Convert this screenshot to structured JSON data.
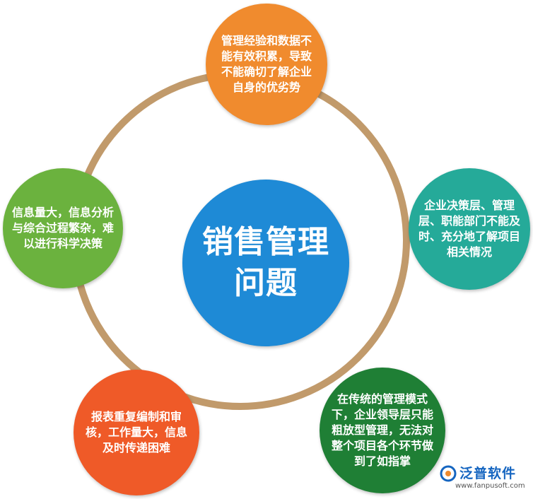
{
  "center": {
    "title": "销售管理问题"
  },
  "nodes": {
    "top": "管理经验和数据不能有效积累，导致不能确切了解企业自身的优劣势",
    "right": "企业决策层、管理层、职能部门不能及时、充分地了解项目相关情况",
    "bottom_right": "在传统的管理模式下，企业领导层只能粗放型管理，无法对整个项目各个环节做到了如指掌",
    "bottom_left": "报表重复编制和审核，工作量大，信息及时传递困难",
    "left": "信息量大，信息分析与综合过程繁杂，难以进行科学决策"
  },
  "logo": {
    "name": "泛普软件",
    "url": "www.fanpusoft.com"
  },
  "colors": {
    "ring": "#c19a6b",
    "center": "#1e8ad6",
    "top": "#f08b2e",
    "right": "#25aa99",
    "bottom_right": "#1f7f35",
    "bottom_left": "#ef5a28",
    "left": "#6bb23e",
    "logo": "#1565c0"
  }
}
